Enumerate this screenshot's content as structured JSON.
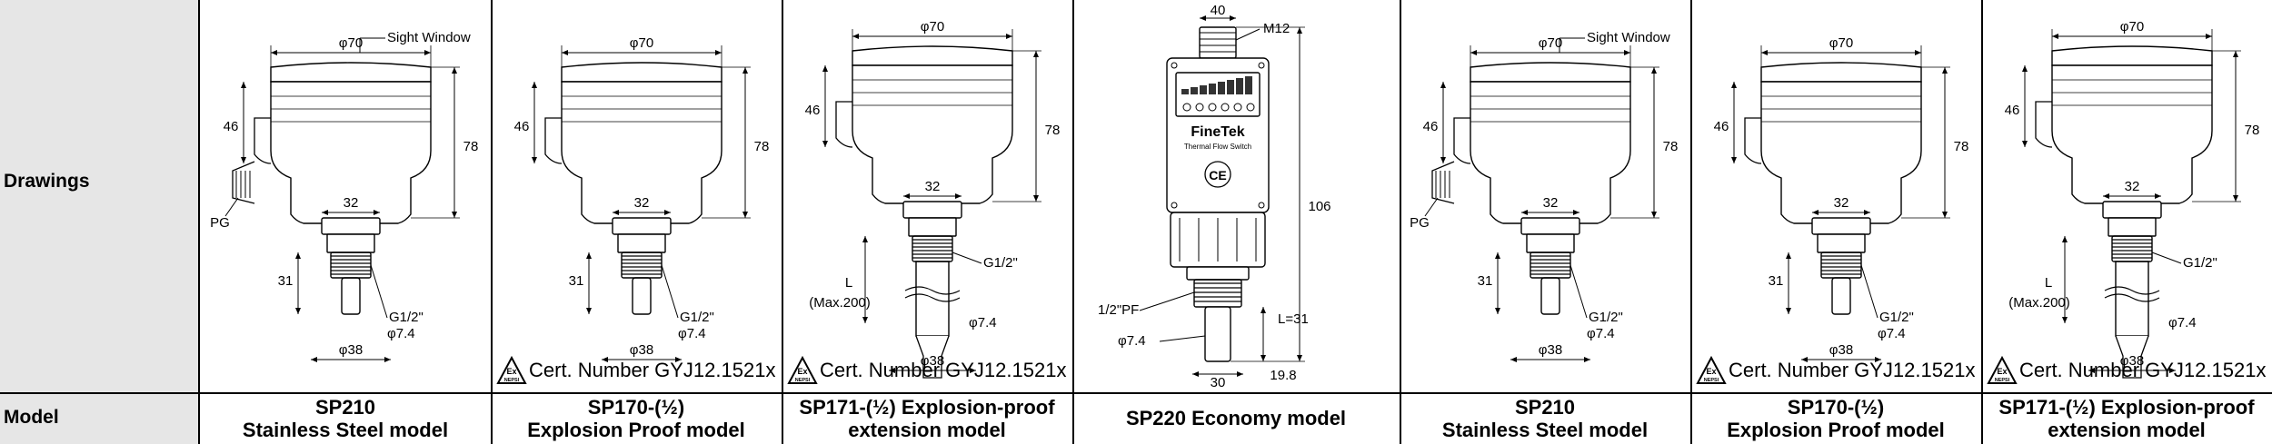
{
  "row_headers": {
    "drawings": "Drawings",
    "model": "Model"
  },
  "cert_text": "Cert. Number GYJ12.1521x",
  "ex_badge": {
    "top": "Ex",
    "bottom": "NEPSI"
  },
  "columns": [
    {
      "id": "sp210-a",
      "model_line1": "SP210",
      "model_line2": "Stainless Steel model",
      "variant": "sight",
      "labels": {
        "sight": "Sight Window",
        "dia_top": "φ70",
        "h_upper": "46",
        "h_total": "78",
        "gland": "PG",
        "w_neck": "32",
        "thread": "G1/2\"",
        "probe": "φ7.4",
        "h_lower": "31",
        "w_base": "φ38"
      }
    },
    {
      "id": "sp170-a",
      "model_line1": "SP170-(½)",
      "model_line2": "Explosion Proof model",
      "variant": "ex",
      "labels": {
        "dia_top": "φ70",
        "h_upper": "46",
        "h_total": "78",
        "w_neck": "32",
        "thread": "G1/2\"",
        "probe": "φ7.4",
        "h_lower": "31",
        "w_base": "φ38"
      }
    },
    {
      "id": "sp171-a",
      "model_line1": "SP171-(½) Explosion-proof",
      "model_line2": "extension model",
      "variant": "ext",
      "labels": {
        "dia_top": "φ70",
        "h_upper": "46",
        "h_total": "78",
        "w_neck": "32",
        "thread": "G1/2\"",
        "probe": "φ7.4",
        "len": "L",
        "len_max": "(Max.200)",
        "w_base": "φ38"
      }
    },
    {
      "id": "sp220",
      "model_line1": "SP220 Economy model",
      "model_line2": "",
      "variant": "eco",
      "labels": {
        "w_top": "40",
        "conn": "M12",
        "brand": "FineTek",
        "sub": "Thermal Flow Switch",
        "ce": "CE",
        "h_total": "106",
        "pf": "1/2\"PF",
        "probe": "φ7.4",
        "len": "L=31",
        "w_base": "30",
        "tip": "19.8"
      }
    },
    {
      "id": "sp210-b",
      "model_line1": "SP210",
      "model_line2": "Stainless Steel model",
      "variant": "sight",
      "labels": {
        "sight": "Sight Window",
        "dia_top": "φ70",
        "h_upper": "46",
        "h_total": "78",
        "gland": "PG",
        "w_neck": "32",
        "thread": "G1/2\"",
        "probe": "φ7.4",
        "h_lower": "31",
        "w_base": "φ38"
      }
    },
    {
      "id": "sp170-b",
      "model_line1": "SP170-(½)",
      "model_line2": "Explosion Proof model",
      "variant": "ex",
      "labels": {
        "dia_top": "φ70",
        "h_upper": "46",
        "h_total": "78",
        "w_neck": "32",
        "thread": "G1/2\"",
        "probe": "φ7.4",
        "h_lower": "31",
        "w_base": "φ38"
      }
    },
    {
      "id": "sp171-b",
      "model_line1": "SP171-(½) Explosion-proof",
      "model_line2": "extension model",
      "variant": "ext",
      "labels": {
        "dia_top": "φ70",
        "h_upper": "46",
        "h_total": "78",
        "w_neck": "32",
        "thread": "G1/2\"",
        "probe": "φ7.4",
        "len": "L",
        "len_max": "(Max.200)",
        "w_base": "φ38"
      }
    }
  ]
}
